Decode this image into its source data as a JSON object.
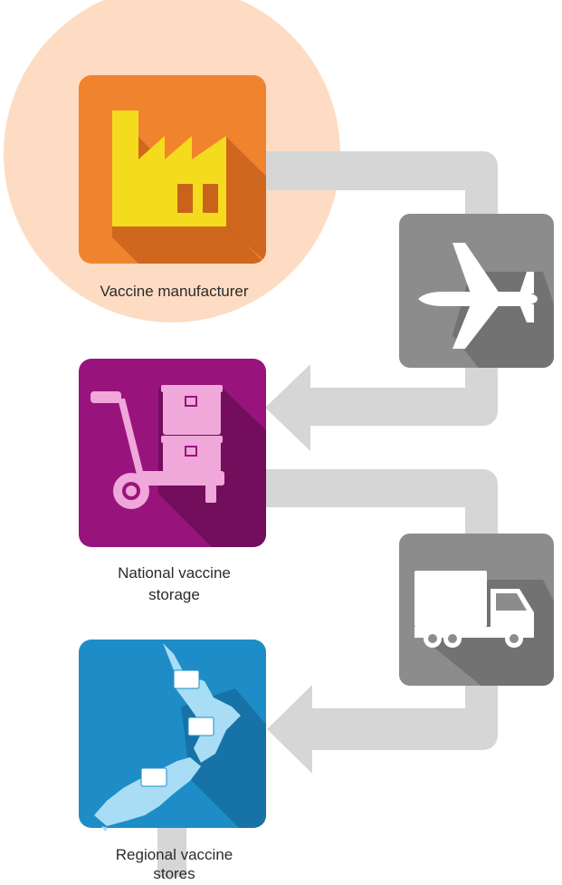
{
  "nodes": {
    "manufacturer": {
      "label": "Vaccine manufacturer"
    },
    "national_storage": {
      "label_line1": "National vaccine",
      "label_line2": "storage"
    },
    "regional_stores": {
      "label_line1": "Regional vaccine",
      "label_line2": "stores"
    }
  },
  "transport": {
    "air": {
      "icon": "airplane-icon"
    },
    "road": {
      "icon": "truck-icon"
    }
  },
  "colors": {
    "manufacturer_tile": "#F0842E",
    "manufacturer_halo": "#FDDCC3",
    "factory": "#F5DB1D",
    "national_tile": "#98147C",
    "cart": "#F0A7DA",
    "regional_tile": "#1E8DC7",
    "map": "#A8DDF5",
    "transport_tile": "#8C8C8C",
    "arrow": "#D6D6D6"
  }
}
